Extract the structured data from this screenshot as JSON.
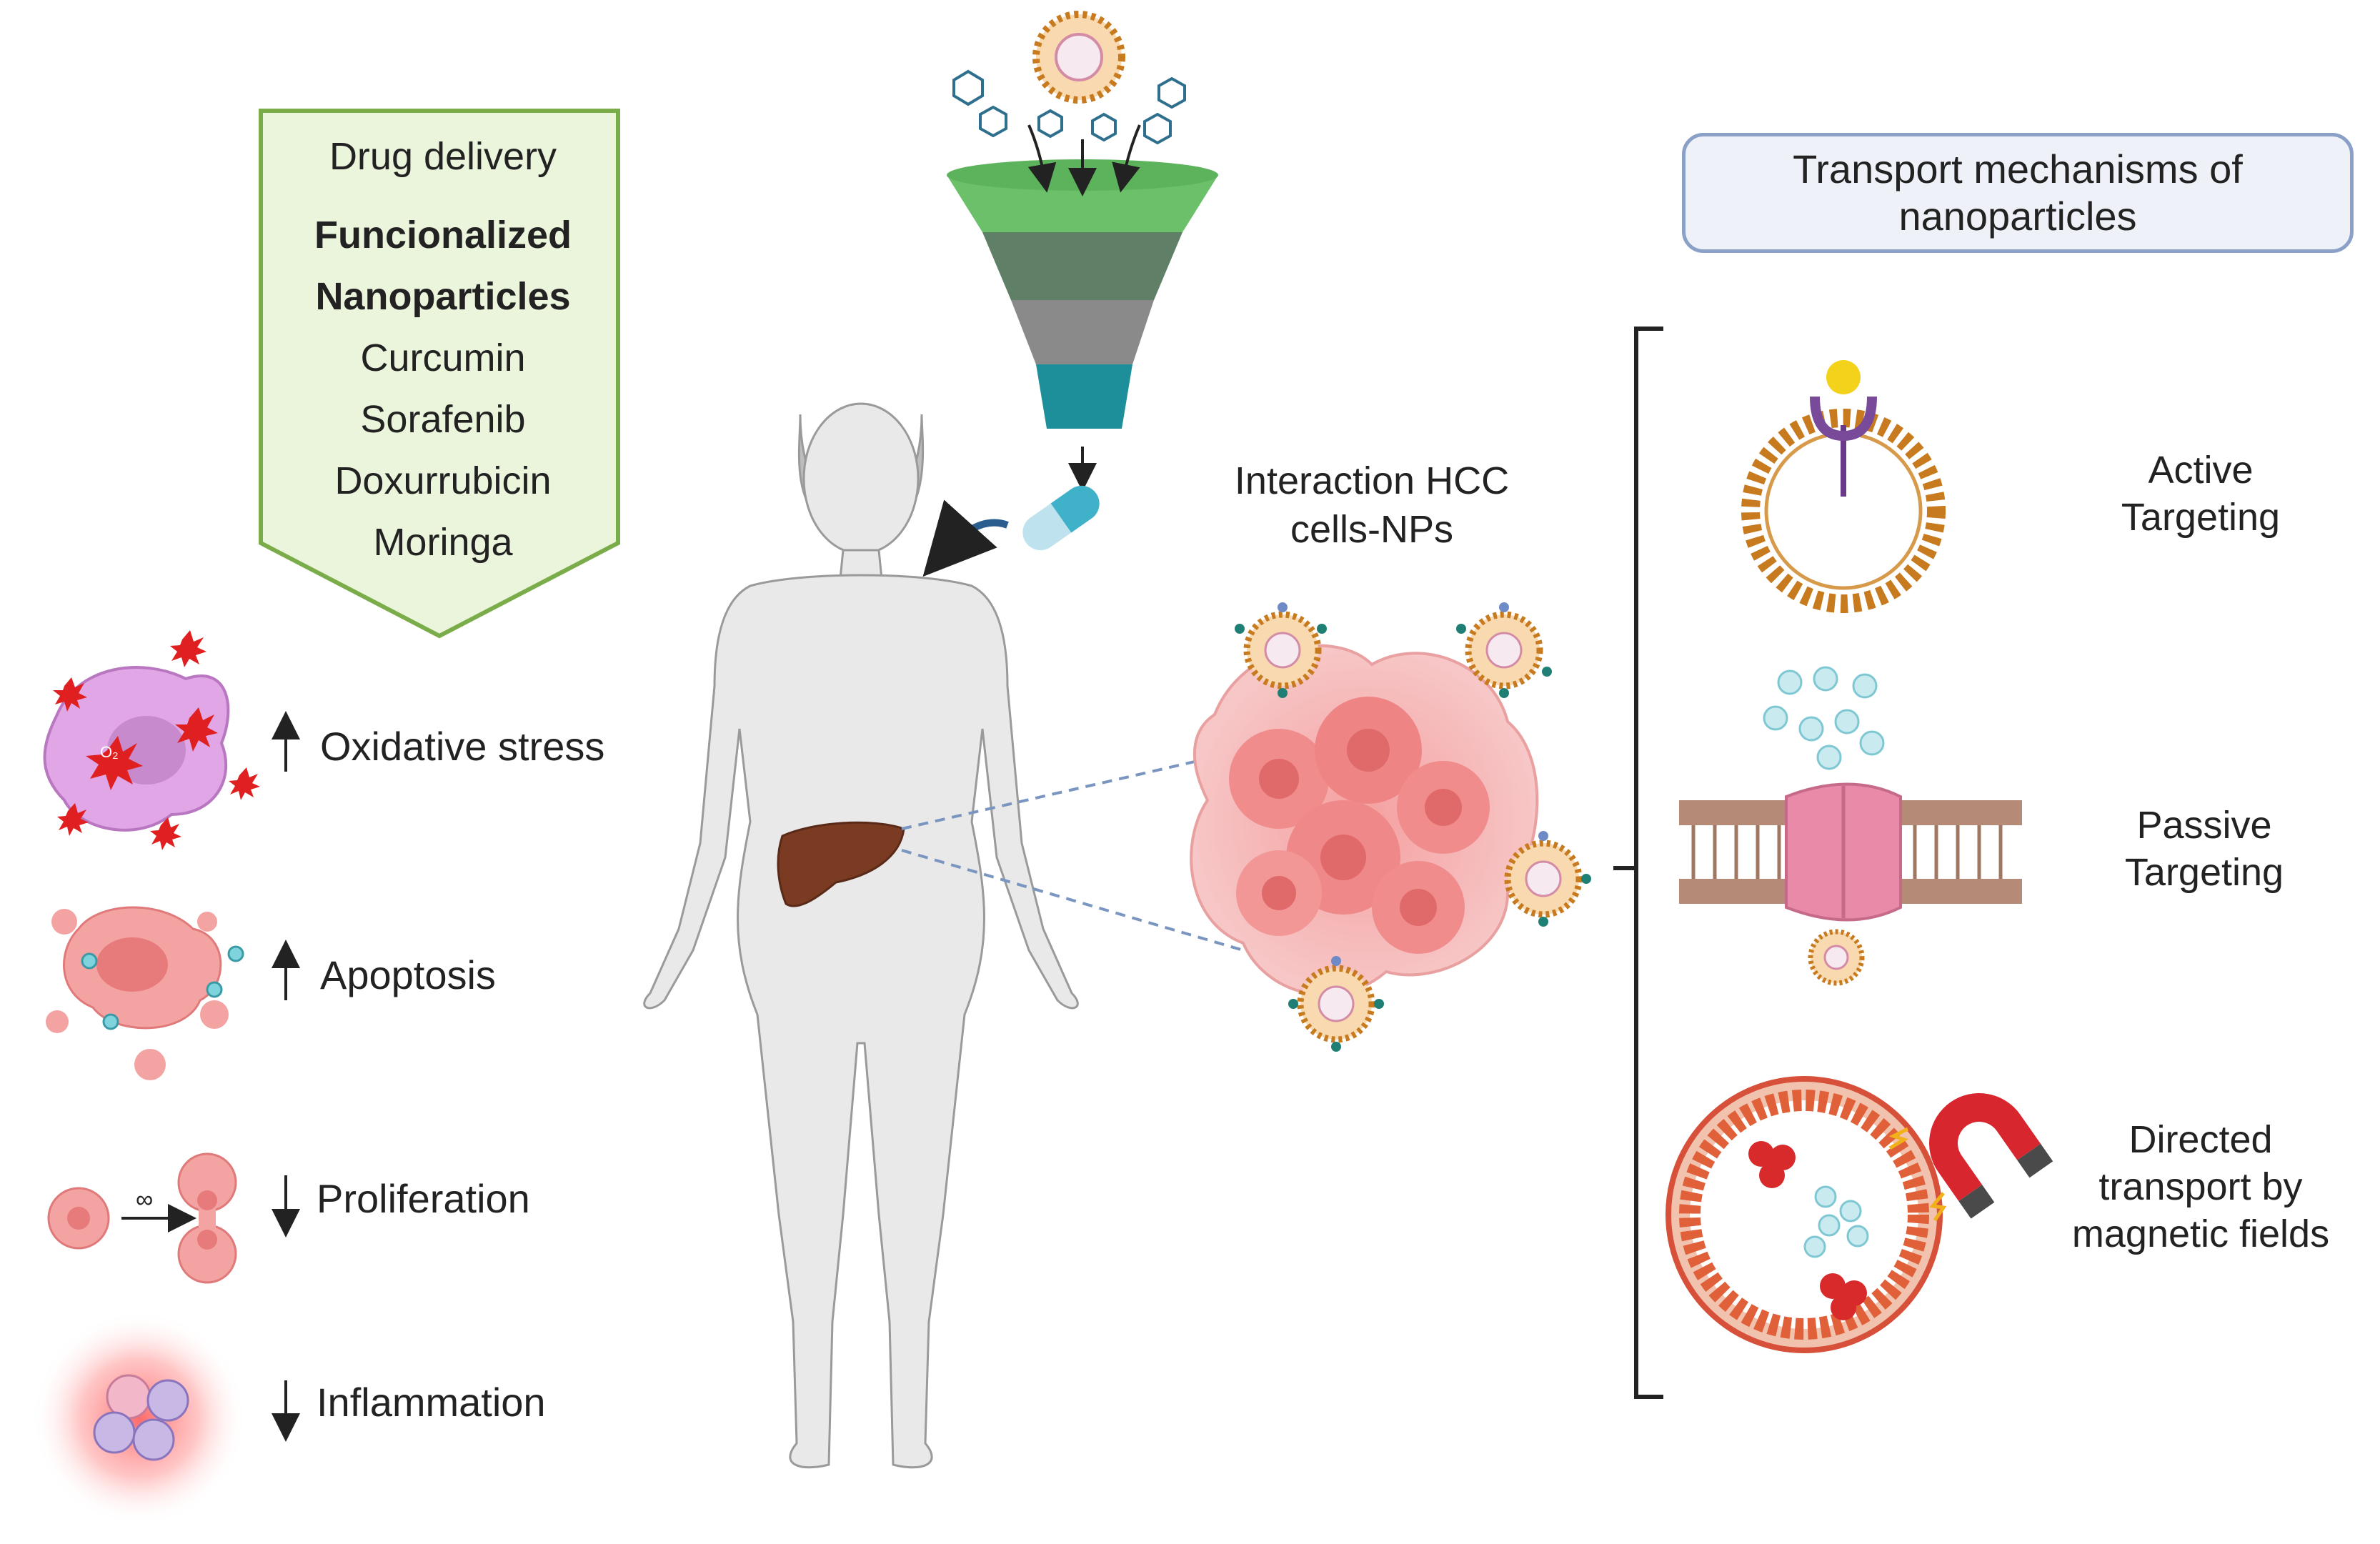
{
  "drug_delivery": {
    "heading": "Drug delivery",
    "title_line1": "Funcionalized",
    "title_line2": "Nanoparticles",
    "items": [
      "Curcumin",
      "Sorafenib",
      "Doxurrubicin",
      "Moringa"
    ]
  },
  "effects": [
    {
      "label": "Oxidative stress",
      "direction": "up"
    },
    {
      "label": "Apoptosis",
      "direction": "up"
    },
    {
      "label": "Proliferation",
      "direction": "down"
    },
    {
      "label": "Inflammation",
      "direction": "down"
    }
  ],
  "interaction": {
    "line1": "Interaction HCC",
    "line2": "cells-NPs"
  },
  "transport": {
    "title": "Transport mechanisms of nanoparticles",
    "mechanisms": [
      {
        "line1": "Active",
        "line2": "Targeting",
        "line3": ""
      },
      {
        "line1": "Passive",
        "line2": "Targeting",
        "line3": ""
      },
      {
        "line1": "Directed",
        "line2": "transport by",
        "line3": "magnetic fields"
      }
    ]
  },
  "oxygen_label": "O₂",
  "infinity_label": "∞",
  "colors": {
    "pentagon_fill": "#ebf5dc",
    "pentagon_border": "#7aad4a",
    "funnel_top": "#6cc06a",
    "funnel_mid": "#5f7f66",
    "funnel_gray": "#8a8a8a",
    "funnel_bottom": "#1c8f9a",
    "tumor": "#f08c8c",
    "body": "#e9e9e9",
    "liver": "#7a3b22",
    "liposome": "#c77a1e",
    "membrane": "#b58a76",
    "vessel": "#e0603a",
    "magnet": "#d8262e"
  }
}
